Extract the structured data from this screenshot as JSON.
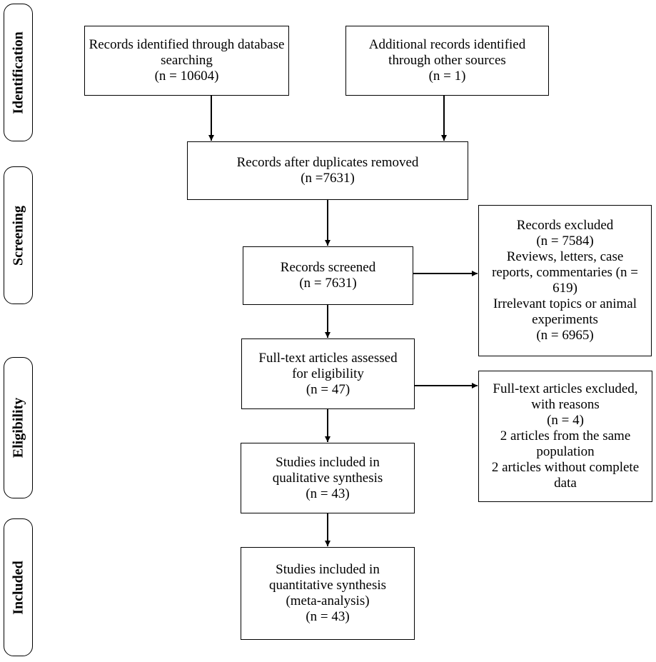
{
  "stages": {
    "identification": "Identification",
    "screening": "Screening",
    "eligibility": "Eligibility",
    "included": "Included"
  },
  "boxes": {
    "database": {
      "line1": "Records identified through database",
      "line2": "searching",
      "line3": "(n = 10604)"
    },
    "other": {
      "line1": "Additional records identified",
      "line2": "through other sources",
      "line3": "(n = 1)"
    },
    "duplicates": {
      "line1": "Records after duplicates removed",
      "line2": "(n =7631)"
    },
    "screened": {
      "line1": "Records screened",
      "line2": "(n = 7631)"
    },
    "excluded": {
      "line1": "Records excluded",
      "line2": "(n = 7584)",
      "line3": "Reviews, letters, case",
      "line4": "reports, commentaries (n =",
      "line5": "619)",
      "line6": "Irrelevant topics or animal",
      "line7": "experiments",
      "line8": "(n = 6965)"
    },
    "fulltext": {
      "line1": "Full-text articles assessed",
      "line2": "for eligibility",
      "line3": "(n = 47)"
    },
    "fulltext_excluded": {
      "line1": "Full-text articles excluded,",
      "line2": "with reasons",
      "line3": "(n = 4)",
      "line4": "2 articles from the same",
      "line5": "population",
      "line6": "2 articles without complete",
      "line7": "data"
    },
    "qualitative": {
      "line1": "Studies included in",
      "line2": "qualitative synthesis",
      "line3": "(n = 43)"
    },
    "quantitative": {
      "line1": "Studies included in",
      "line2": "quantitative synthesis",
      "line3": "(meta-analysis)",
      "line4": "(n = 43)"
    }
  }
}
